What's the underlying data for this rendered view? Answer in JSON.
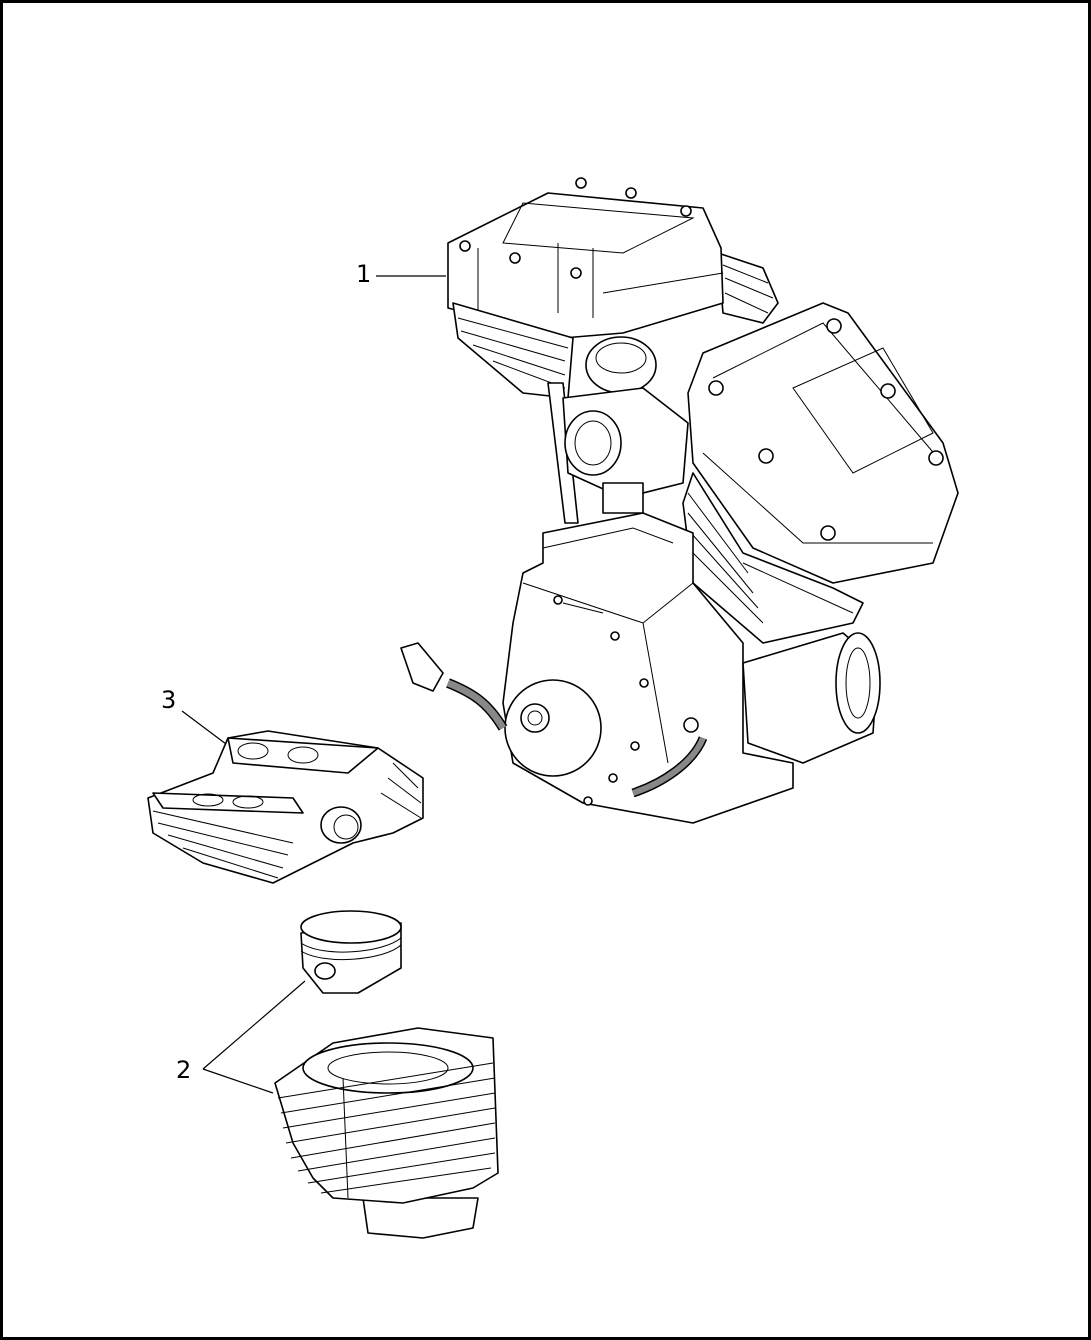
{
  "diagram": {
    "callouts": [
      {
        "id": "1",
        "label": "1",
        "part": "engine-assembly"
      },
      {
        "id": "2",
        "label": "2",
        "part": "cylinder-and-piston"
      },
      {
        "id": "3",
        "label": "3",
        "part": "cylinder-head"
      }
    ],
    "colors": {
      "line": "#000000",
      "background": "#ffffff",
      "harness": "#888888"
    }
  }
}
